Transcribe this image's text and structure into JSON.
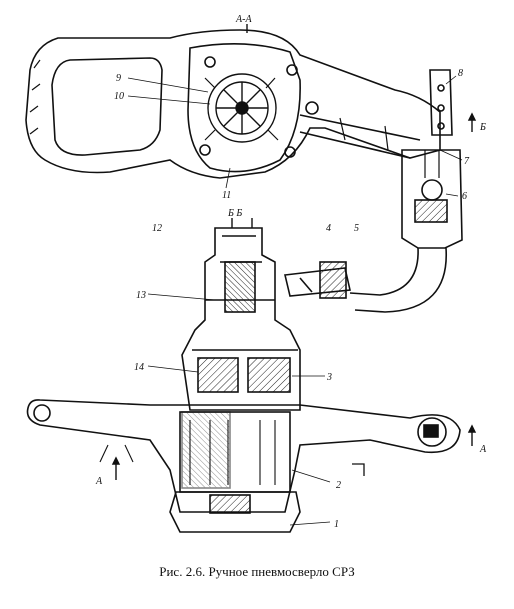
{
  "section_title": "A-A",
  "section_marks": {
    "right_top": "Б",
    "middle_pair": "Б Б",
    "left_bottom": "A",
    "right_bottom": "A"
  },
  "callouts": [
    "1",
    "2",
    "3",
    "4",
    "5",
    "6",
    "7",
    "8",
    "9",
    "10",
    "11",
    "12",
    "13",
    "14"
  ],
  "caption": "Рис. 2.6. Ручное пневмосверло СРЗ"
}
